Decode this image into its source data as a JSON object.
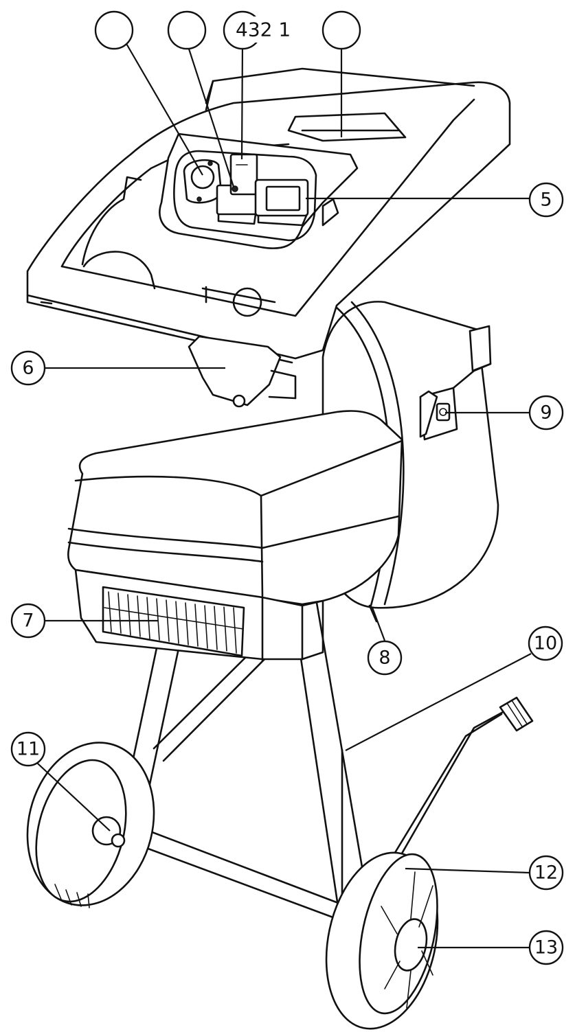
{
  "top_label": "432 1",
  "callouts": [
    {
      "id": "blank-a",
      "label": ""
    },
    {
      "id": "blank-b",
      "label": ""
    },
    {
      "id": "blank-c",
      "label": ""
    },
    {
      "id": "c5",
      "label": "5"
    },
    {
      "id": "c6",
      "label": "6"
    },
    {
      "id": "c7",
      "label": "7"
    },
    {
      "id": "c8",
      "label": "8"
    },
    {
      "id": "c9",
      "label": "9"
    },
    {
      "id": "c10",
      "label": "10"
    },
    {
      "id": "c11",
      "label": "11"
    },
    {
      "id": "c12",
      "label": "12"
    },
    {
      "id": "c13",
      "label": "13"
    }
  ]
}
